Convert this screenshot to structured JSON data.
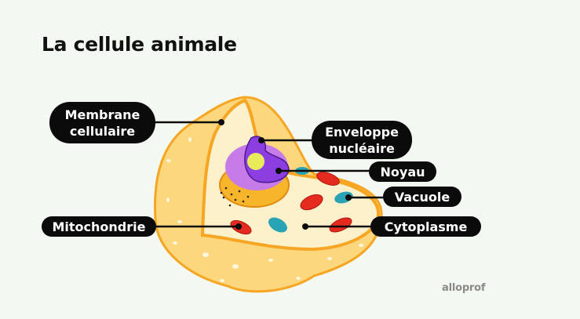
{
  "title": "La cellule animale",
  "labels": {
    "membrane_line1": "Membrane",
    "membrane_line2": "cellulaire",
    "enveloppe_line1": "Enveloppe",
    "enveloppe_line2": "nucléaire",
    "noyau": "Noyau",
    "vacuole": "Vacuole",
    "mitochondrie": "Mitochondrie",
    "cytoplasme": "Cytoplasme"
  },
  "logo": "alloprof",
  "colors": {
    "background": "#f4f8f2",
    "cell_outer": "#fcd77e",
    "cell_inner": "#fdf1cc",
    "membrane": "#f6a623",
    "nucleus": "#8c3ee0",
    "nucleolus": "#e9ec5a",
    "mitochondria": "#e52b1f",
    "vacuole": "#2aa3b4",
    "label_bg": "#0b0b0b"
  }
}
